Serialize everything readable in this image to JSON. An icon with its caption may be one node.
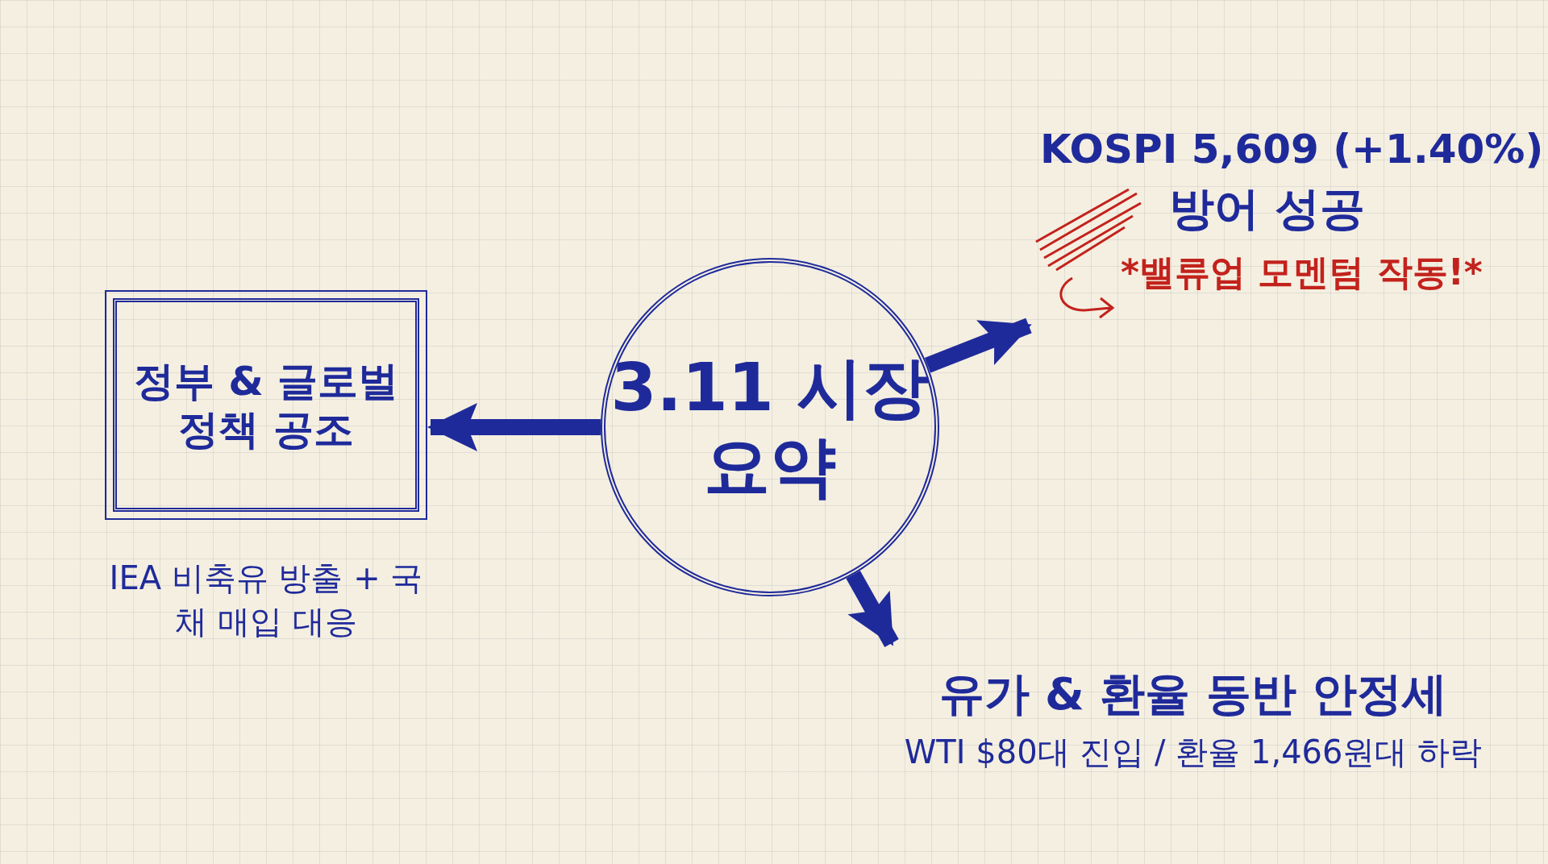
{
  "diagram": {
    "nodes": [
      {
        "text": [
          "3.11 시장 요약"
        ]
      },
      {
        "text": [
          "정부 & 글로벌 정책 공조"
        ],
        "beside": [
          "IEA 비축유 방출 + 국채 매입 대응"
        ]
      },
      {
        "text": [
          "KOSPI 5,609 (+1.40%)",
          "방어 성공",
          "*밸류업 모멘텀 작동!*"
        ]
      },
      {
        "text": [
          "유가 & 환율 동반 안정세",
          "WTI $80대 진입 / 환율 1,466원대 하락"
        ]
      }
    ],
    "edges": [
      {
        "from": 0,
        "to": 1,
        "arrow": "to"
      },
      {
        "from": 0,
        "to": 2,
        "arrow": "to"
      },
      {
        "from": 0,
        "to": 3,
        "arrow": "to"
      }
    ]
  }
}
